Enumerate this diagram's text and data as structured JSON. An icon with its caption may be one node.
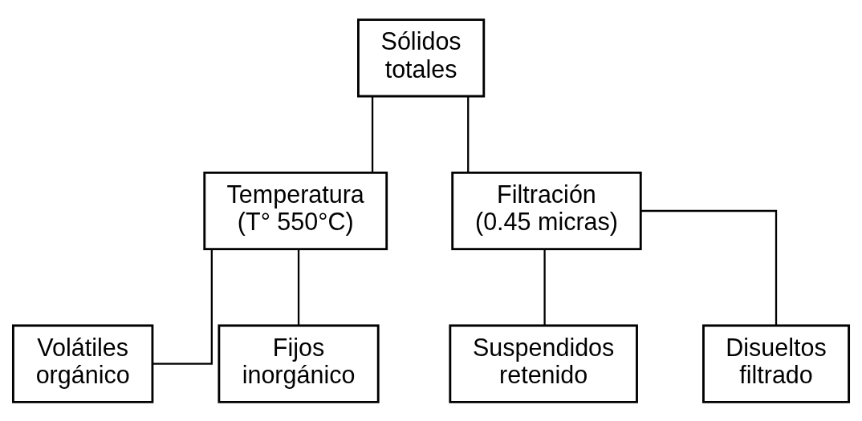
{
  "diagram": {
    "nodes": [
      {
        "text": [
          "Sólidos totales"
        ]
      },
      {
        "text": [
          "Temperatura (T° 550°C)"
        ]
      },
      {
        "text": [
          "Filtración (0.45 micras)"
        ]
      },
      {
        "text": [
          "Volátiles orgánico"
        ]
      },
      {
        "text": [
          "Fijos inorgánico"
        ]
      },
      {
        "text": [
          "Suspendidos retenido"
        ]
      },
      {
        "text": [
          "Disueltos filtrado"
        ]
      }
    ],
    "edges": [
      {
        "from": 0,
        "to": 1,
        "arrow": "none"
      },
      {
        "from": 0,
        "to": 2,
        "arrow": "none"
      },
      {
        "from": 1,
        "to": 3,
        "arrow": "none"
      },
      {
        "from": 1,
        "to": 4,
        "arrow": "none"
      },
      {
        "from": 2,
        "to": 5,
        "arrow": "none"
      },
      {
        "from": 2,
        "to": 6,
        "arrow": "none"
      }
    ]
  }
}
